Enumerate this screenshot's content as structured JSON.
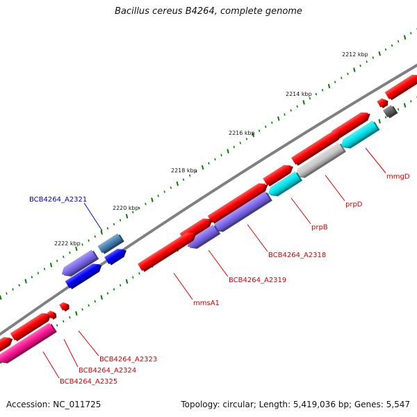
{
  "title": "Bacillus cereus B4264, complete genome",
  "footer": {
    "accession": "Accession: NC_011725",
    "topology": "Topology: circular; Length: 5,419,036 bp; Genes: 5,547"
  },
  "ruler": [
    "2212 kbp",
    "2214 kbp",
    "2216 kbp",
    "2218 kbp",
    "2220 kbp",
    "2222 kbp"
  ],
  "gene_labels": [
    {
      "text": "mmgD",
      "color": "#dd0000"
    },
    {
      "text": "prpD",
      "color": "#dd0000"
    },
    {
      "text": "prpB",
      "color": "#dd0000"
    },
    {
      "text": "BCB4264_A2318",
      "color": "#dd0000"
    },
    {
      "text": "BCB4264_A2319",
      "color": "#dd0000"
    },
    {
      "text": "mmsA1",
      "color": "#dd0000"
    },
    {
      "text": "BCB4264_A2321",
      "color": "#0000cc"
    },
    {
      "text": "BCB4264_A2323",
      "color": "#dd0000"
    },
    {
      "text": "BCB4264_A2324",
      "color": "#dd0000"
    },
    {
      "text": "BCB4264_A2325",
      "color": "#dd0000"
    }
  ],
  "colors": {
    "backbone": "#808080",
    "forward": "#ff0000",
    "reverse_purple": "#7b68ee",
    "cyan": "#00e5ee",
    "silver": "#c8c8c8",
    "magenta": "#ff1493",
    "blue": "#0000ff",
    "steelblue": "#4682b4",
    "darkgray": "#606060",
    "tick": "#008000"
  }
}
